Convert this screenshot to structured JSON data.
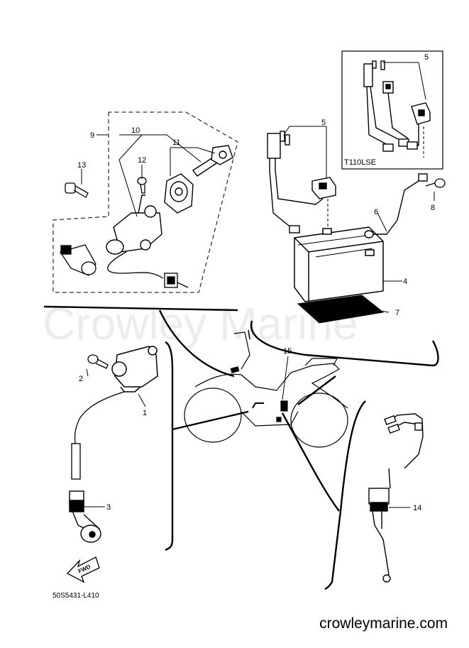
{
  "watermark": "Crowley Marine",
  "footer_url": "crowleymarine.com",
  "figure_code": "50S5431-L410",
  "fwd_label": "FWD",
  "inset_label": "T110LSE",
  "callouts": {
    "c1": "1",
    "c2": "2",
    "c3": "3",
    "c4": "4",
    "c5a": "5",
    "c5b": "5",
    "c6": "6",
    "c7": "7",
    "c8": "8",
    "c9": "9",
    "c10": "10",
    "c11": "11",
    "c12": "12",
    "c13": "13",
    "c14": "14",
    "c15": "15"
  }
}
